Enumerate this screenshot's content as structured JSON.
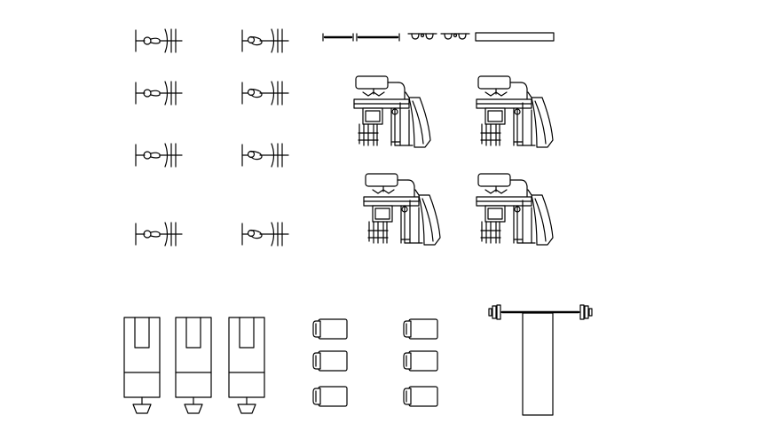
{
  "drawing": {
    "background": "#ffffff",
    "line_color": "#000000",
    "groups": [
      {
        "name": "side-view-equipment-column-1",
        "count": 4
      },
      {
        "name": "side-view-equipment-column-2",
        "count": 4
      },
      {
        "name": "barbell-and-accessory-row",
        "count": 5
      },
      {
        "name": "weight-machine-top-views",
        "count": 4
      },
      {
        "name": "flat-bench-plan-views",
        "count": 3
      },
      {
        "name": "seat-plan-views-column-1",
        "count": 3
      },
      {
        "name": "seat-plan-views-column-2",
        "count": 3
      },
      {
        "name": "olympic-bench-with-barbell",
        "count": 1
      }
    ]
  }
}
